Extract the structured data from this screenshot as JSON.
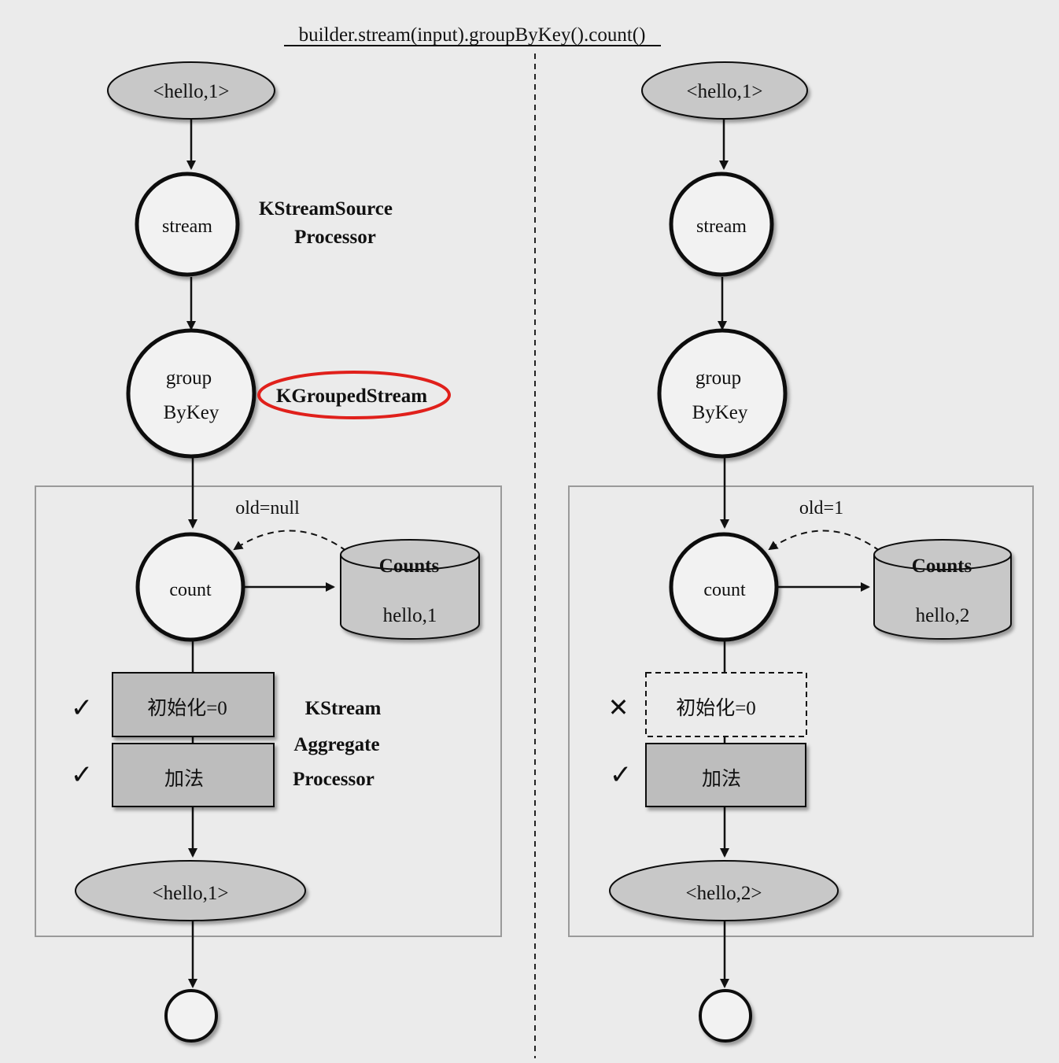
{
  "title": "builder.stream(input).groupByKey().count()",
  "left": {
    "input_record": "<hello,1>",
    "stream_node": "stream",
    "source_label_line1": "KStreamSource",
    "source_label_line2": "Processor",
    "groupbykey_line1": "group",
    "groupbykey_line2": "ByKey",
    "grouped_stream_label": "KGroupedStream",
    "old_value": "old=null",
    "count_node": "count",
    "store_name": "Counts",
    "store_value": "hello,1",
    "step_init": "初始化=0",
    "step_add": "加法",
    "init_mark": "✓",
    "add_mark": "✓",
    "aggregate_line1": "KStream",
    "aggregate_line2": "Aggregate",
    "aggregate_line3": "Processor",
    "output_record": "<hello,1>"
  },
  "right": {
    "input_record": "<hello,1>",
    "stream_node": "stream",
    "groupbykey_line1": "group",
    "groupbykey_line2": "ByKey",
    "old_value": "old=1",
    "count_node": "count",
    "store_name": "Counts",
    "store_value": "hello,2",
    "step_init": "初始化=0",
    "step_add": "加法",
    "init_mark": "✕",
    "add_mark": "✓",
    "output_record": "<hello,2>"
  },
  "colors": {
    "node_fill": "#c8c8c8",
    "circle_fill": "#f2f2f2",
    "box_fill": "#bdbdbd",
    "highlight": "#e0201b"
  }
}
